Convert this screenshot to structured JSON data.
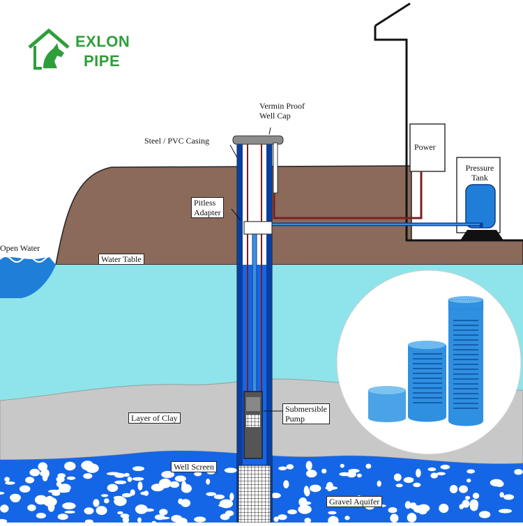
{
  "brand": {
    "name_line1": "EXLON",
    "name_line2": "PIPE",
    "color": "#2e9e3a",
    "icon": "house-horse-logo-icon"
  },
  "labels": {
    "well_cap": "Vermin Proof\nWell Cap",
    "casing": "Steel / PVC Casing",
    "power": "Power",
    "pressure_tank": "Pressure\nTank",
    "pitless_adapter": "Pitless\nAdapter",
    "open_water": "Open Water",
    "water_table": "Water Table",
    "layer_of_clay": "Layer of Clay",
    "submersible_pump": "Submersible\nPump",
    "well_screen": "Well Screen",
    "gravel_aquifer": "Gravel Aquifer"
  },
  "colors": {
    "soil": "#8b6a5a",
    "water_table_zone": "#8ee4ea",
    "open_water": "#1f7fd8",
    "clay": "#c8c8c8",
    "gravel": "#1566e6",
    "casing": "#0a3f9e",
    "pvc_pipe": "#3f8fdb",
    "electric_wire": "#7a1f1f",
    "tank": "#1f7fd8"
  },
  "inset_photo": {
    "subject": "blue-pvc-well-casing-and-slotted-screen-pipes"
  }
}
